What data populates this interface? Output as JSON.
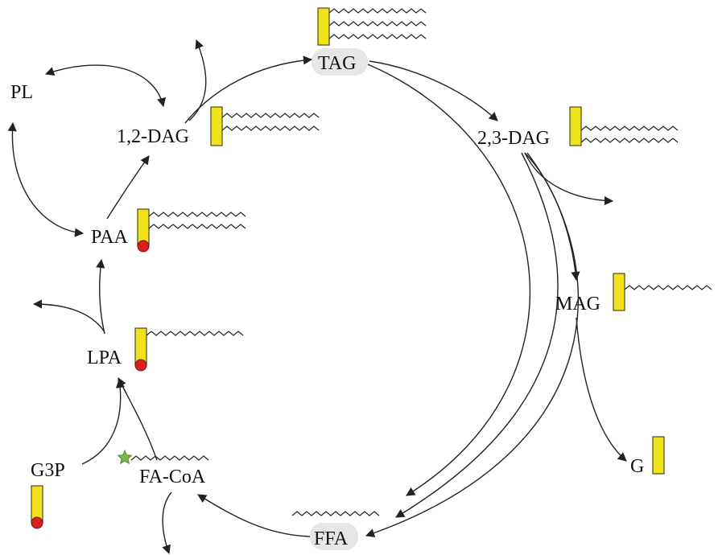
{
  "nodes": {
    "pl": "PL",
    "dag12": "1,2-DAG",
    "tag": "TAG",
    "dag23": "2,3-DAG",
    "paa": "PAA",
    "mag": "MAG",
    "lpa": "LPA",
    "g": "G",
    "g3p": "G3P",
    "facoa": "FA-CoA",
    "ffa": "FFA"
  },
  "colors": {
    "glycerol": "#f0e21c",
    "phosphate": "#d81f1f",
    "coa": "#7ab648",
    "highlight": "#e6e6e6"
  }
}
